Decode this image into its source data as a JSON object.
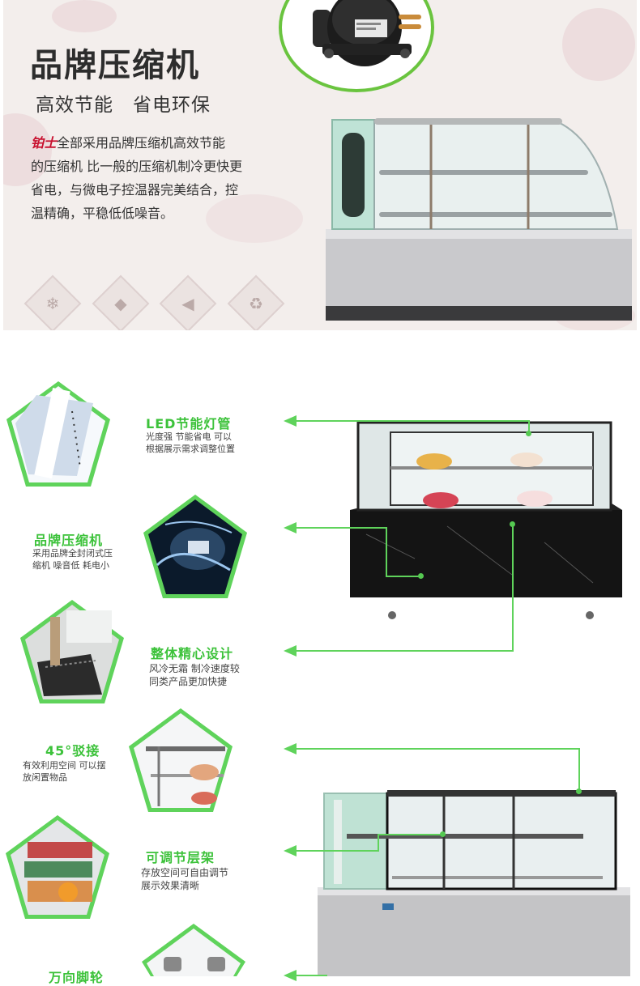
{
  "banner": {
    "title": "品牌压缩机",
    "subtitle": "高效节能　省电环保",
    "brand": "铂士",
    "desc_lines": [
      "全部采用品牌压缩机高效节能",
      "的压缩机 比一般的压缩机制冷更快更",
      "省电，与微电子控温器完美结合，控",
      "温精确，平稳低低噪音。"
    ],
    "icons": [
      "snowflake-icon",
      "diamond-icon",
      "speaker-icon",
      "eco-icon"
    ]
  },
  "features": [
    {
      "title": "LED节能灯管",
      "lines": [
        "光度强 节能省电 可以",
        "根据展示需求调整位置"
      ]
    },
    {
      "title": "品牌压缩机",
      "lines": [
        "采用品牌全封闭式压",
        "缩机 噪音低 耗电小"
      ]
    },
    {
      "title": "整体精心设计",
      "lines": [
        "风冷无霜 制冷速度较",
        "同类产品更加快捷"
      ]
    },
    {
      "title": "45°驳接",
      "lines": [
        "有效利用空间 可以摆",
        "放闲置物品"
      ]
    },
    {
      "title": "可调节层架",
      "lines": [
        "存放空间可自由调节",
        "展示效果清晰"
      ]
    },
    {
      "title": "万向脚轮",
      "lines": []
    }
  ],
  "colors": {
    "accent_green": "#5fd35b",
    "title_green": "#3cc23a",
    "brand_red": "#c8102e"
  }
}
